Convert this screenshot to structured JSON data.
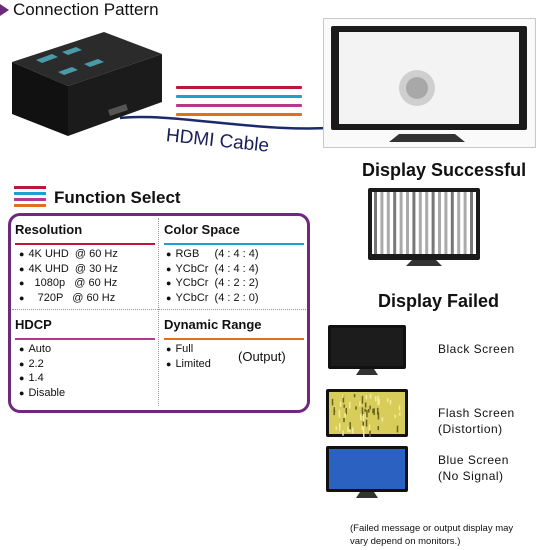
{
  "connection": {
    "title": "Connection Pattern"
  },
  "cable": {
    "label": "HDMI Cable",
    "colors": [
      "#c0153a",
      "#1d9fd2",
      "#b03a8e",
      "#e0701e"
    ]
  },
  "display_success": {
    "title": "Display Successful"
  },
  "display_failed": {
    "title": "Display Failed",
    "items": [
      {
        "lines": [
          "Black Screen"
        ]
      },
      {
        "lines": [
          "Flash Screen",
          "(Distortion)"
        ]
      },
      {
        "lines": [
          "Blue Screen",
          "(No Signal)"
        ]
      }
    ]
  },
  "function_select": {
    "title": "Function Select",
    "resolution": {
      "title": "Resolution",
      "color": "#c0153a",
      "items": [
        "4K UHD  @ 60 Hz",
        "4K UHD  @ 30 Hz",
        "  1080p   @ 60 Hz",
        "   720P   @ 60 Hz"
      ]
    },
    "color_space": {
      "title": "Color Space",
      "color": "#1d9fd2",
      "items": [
        "RGB     (4 : 4 : 4)",
        "YCbCr  (4 : 4 : 4)",
        "YCbCr  (4 : 2 : 2)",
        "YCbCr  (4 : 2 : 0)"
      ]
    },
    "hdcp": {
      "title": "HDCP",
      "color": "#b03a8e",
      "items": [
        "Auto",
        "2.2",
        "1.4",
        "Disable"
      ]
    },
    "dynamic_range": {
      "title": "Dynamic Range",
      "color": "#e0701e",
      "items": [
        "Full",
        "Limited"
      ],
      "output_label": "(Output)"
    }
  },
  "footnote": {
    "lines": [
      "(Failed message or output display may",
      "vary depend on monitors.)"
    ]
  }
}
